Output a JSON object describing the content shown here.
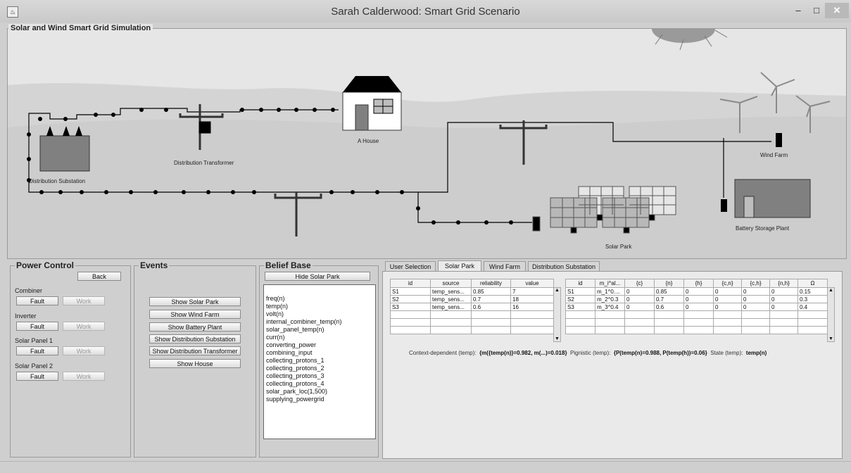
{
  "window": {
    "title": "Sarah Calderwood: Smart Grid Scenario",
    "minimize": "–",
    "maximize": "□",
    "close": "✕",
    "app_icon": "java-icon"
  },
  "simulation": {
    "title": "Solar and Wind Smart Grid Simulation",
    "labels": {
      "distribution_substation": "Distribution Substation",
      "distribution_transformer": "Distribution Transformer",
      "house": "A House",
      "wind_farm": "Wind Farm",
      "solar_park": "Solar Park",
      "battery_plant": "Battery Storage Plant"
    }
  },
  "power_control": {
    "title": "Power Control",
    "back_label": "Back",
    "groups": [
      {
        "name": "Combiner",
        "fault": "Fault",
        "work": "Work"
      },
      {
        "name": "Inverter",
        "fault": "Fault",
        "work": "Work"
      },
      {
        "name": "Solar Panel 1",
        "fault": "Fault",
        "work": "Work"
      },
      {
        "name": "Solar Panel 2",
        "fault": "Fault",
        "work": "Work"
      }
    ]
  },
  "events": {
    "title": "Events",
    "buttons": [
      "Show Solar Park",
      "Show Wind Farm",
      "Show Battery Plant",
      "Show Distribution Substation",
      "Show Distribution Transformer",
      "Show House"
    ]
  },
  "belief_base": {
    "title": "Belief Base",
    "hide_label": "Hide Solar Park",
    "items": [
      "freq(n)",
      "temp(n)",
      "volt(n)",
      "internal_combiner_temp(n)",
      "solar_panel_temp(n)",
      "curr(n)",
      "converting_power",
      "combining_input",
      "collecting_protons_1",
      "collecting_protons_2",
      "collecting_protons_3",
      "collecting_protons_4",
      "solar_park_loc(1,500)",
      "supplying_powergrid"
    ]
  },
  "tabs": [
    "User Selection",
    "Solar Park",
    "Wind Farm",
    "Distribution Substation"
  ],
  "active_tab": "Solar Park",
  "sensor_table": {
    "headers": [
      "id",
      "source",
      "reliability",
      "value"
    ],
    "rows": [
      [
        "S1",
        "temp_sens...",
        "0.85",
        "7"
      ],
      [
        "S2",
        "temp_sens...",
        "0.7",
        "18"
      ],
      [
        "S3",
        "temp_sens...",
        "0.6",
        "16"
      ]
    ]
  },
  "mass_table": {
    "headers": [
      "id",
      "m_i^al...",
      "{c}",
      "{n}",
      "{h}",
      "{c,n}",
      "{c,h}",
      "{n,h}",
      "Ω"
    ],
    "rows": [
      [
        "S1",
        "m_1^0....",
        "0",
        "0.85",
        "0",
        "0",
        "0",
        "0",
        "0.15"
      ],
      [
        "S2",
        "m_2^0.3",
        "0",
        "0.7",
        "0",
        "0",
        "0",
        "0",
        "0.3"
      ],
      [
        "S3",
        "m_3^0.4",
        "0",
        "0.6",
        "0",
        "0",
        "0",
        "0",
        "0.4"
      ]
    ]
  },
  "summary": {
    "cd_label": "Context-dependent (temp):",
    "cd_value": "{m({temp(n)}=0.982, m(...)=0.018}",
    "pig_label": "Pignistic (temp):",
    "pig_value": "{P(temp(n)=0.988, P(temp(h))=0.06}",
    "state_label": "State (temp):",
    "state_value": "temp(n)"
  }
}
